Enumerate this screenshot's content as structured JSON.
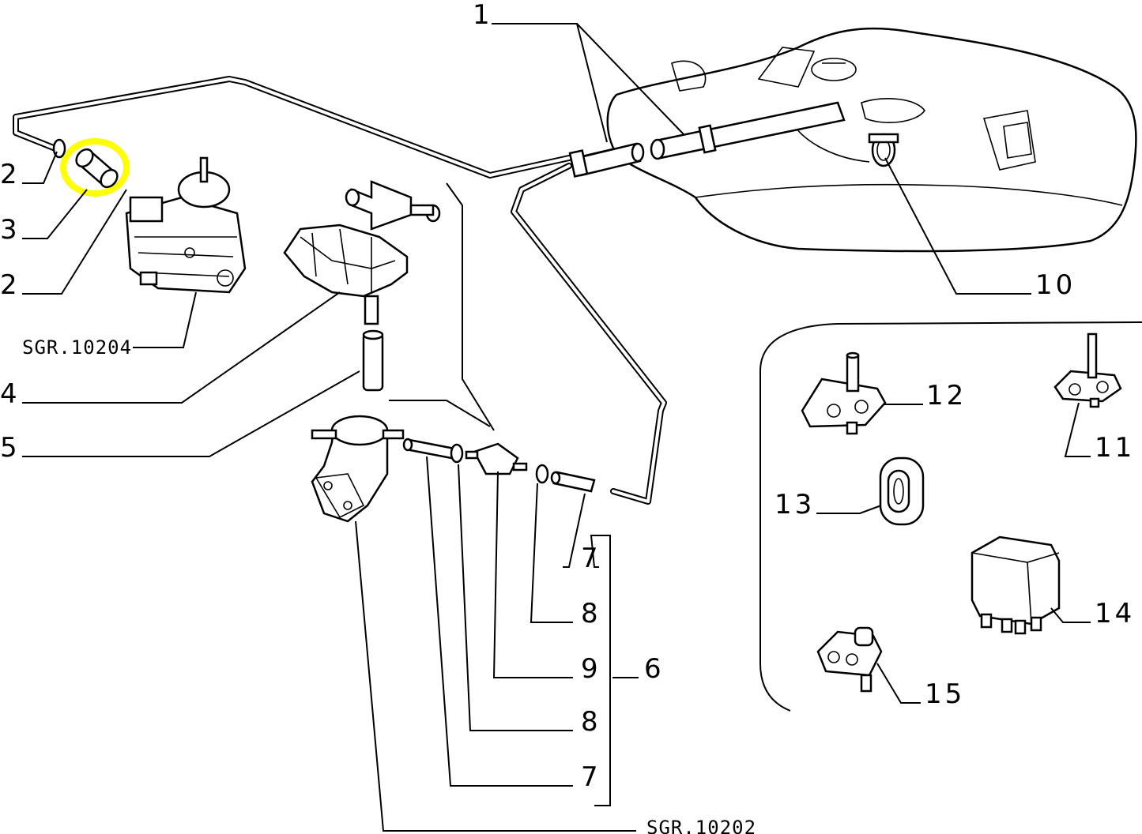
{
  "highlight": {
    "color": "#ffff00",
    "target": "3"
  },
  "labels": {
    "l1": "1",
    "l2a": "2",
    "l3": "3",
    "l2b": "2",
    "ref_carb": "SGR.10204",
    "l4": "4",
    "l5": "5",
    "l7a": "7",
    "l8a": "8",
    "l9": "9",
    "l6": "6",
    "l8b": "8",
    "l7b": "7",
    "ref_pump": "SGR.10202",
    "l10": "10",
    "l12": "12",
    "l11": "11",
    "l13": "13",
    "l14": "14",
    "l15": "15"
  }
}
